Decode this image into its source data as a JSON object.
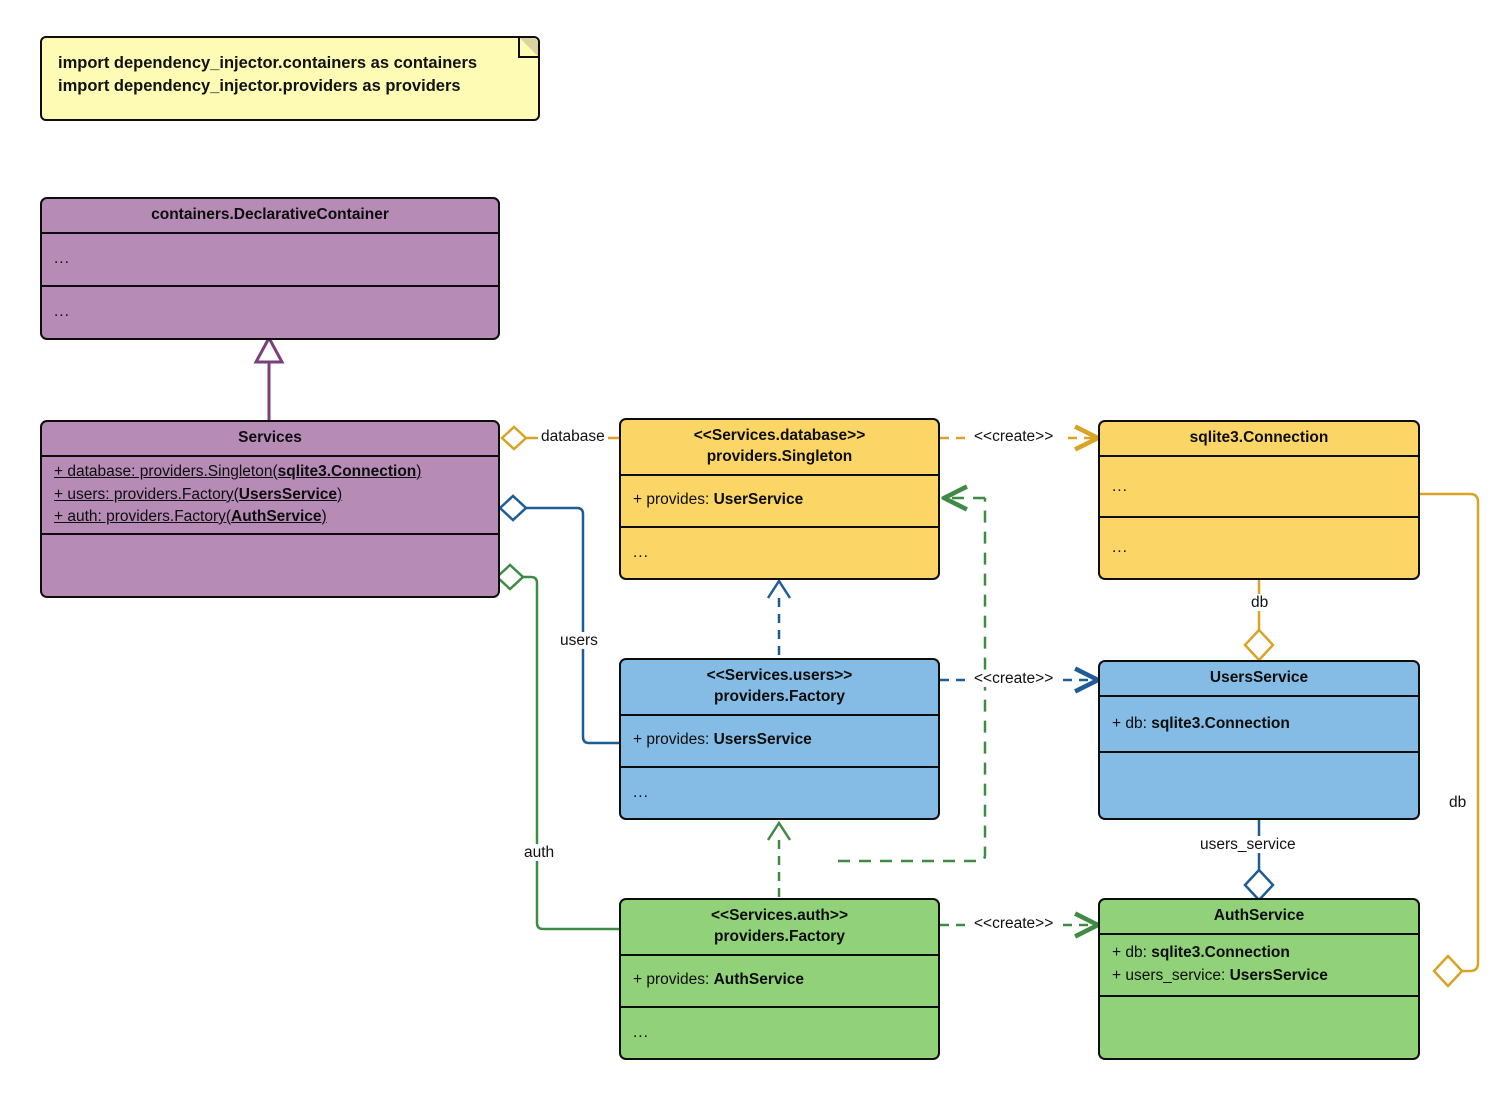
{
  "diagram": {
    "title": "dependency_injector containers/providers UML class diagram",
    "colors": {
      "purple": "#b68cb6",
      "yellow": "#fbd667",
      "blue": "#85bce5",
      "green": "#91d179",
      "note": "#fdfbb4",
      "purple_edge": "#7b3f7b",
      "yellow_edge": "#d9a326",
      "blue_edge": "#1f5c96",
      "green_edge": "#3f8a45",
      "outline": "#0d0d0d"
    }
  },
  "note": {
    "name": "imports-note",
    "lines": "import dependency_injector.containers as containers\nimport dependency_injector.providers as providers"
  },
  "classes": {
    "declarative_container": {
      "name": "containers.DeclarativeContainer",
      "attributes": "...",
      "methods": "..."
    },
    "services": {
      "name": "Services",
      "attributes": [
        {
          "text": "+ database: providers.Singleton(",
          "bold": "sqlite3.Connection",
          "tail": ")"
        },
        {
          "text": "+ users: providers.Factory(",
          "bold": "UsersService",
          "tail": ")"
        },
        {
          "text": "+ auth: providers.Factory(",
          "bold": "AuthService",
          "tail": ")"
        }
      ],
      "methods": ""
    },
    "services_database": {
      "stereotype": "<<Services.database>>",
      "name": "providers.Singleton",
      "attribute_prefix": "+ provides: ",
      "attribute_value": "UserService",
      "methods": "..."
    },
    "services_users": {
      "stereotype": "<<Services.users>>",
      "name": "providers.Factory",
      "attribute_prefix": "+ provides: ",
      "attribute_value": "UsersService",
      "methods": "..."
    },
    "services_auth": {
      "stereotype": "<<Services.auth>>",
      "name": "providers.Factory",
      "attribute_prefix": "+ provides: ",
      "attribute_value": "AuthService",
      "methods": "..."
    },
    "sqlite_connection": {
      "name": "sqlite3.Connection",
      "attributes": "...",
      "methods": "..."
    },
    "users_service": {
      "name": "UsersService",
      "attr1_prefix": "+ db: ",
      "attr1_value": "sqlite3.Connection",
      "methods": ""
    },
    "auth_service": {
      "name": "AuthService",
      "attr1_prefix": "+ db: ",
      "attr1_value": "sqlite3.Connection",
      "attr2_prefix": "+ users_service: ",
      "attr2_value": "UsersService",
      "methods": ""
    }
  },
  "edges": {
    "generalization_services": {
      "kind": "generalization",
      "label": ""
    },
    "agg_database": {
      "kind": "aggregation",
      "label": "database"
    },
    "agg_users": {
      "kind": "aggregation",
      "label": "users"
    },
    "agg_auth": {
      "kind": "aggregation",
      "label": "auth"
    },
    "create_database": {
      "kind": "dependency",
      "label": "<<create>>"
    },
    "create_users": {
      "kind": "dependency",
      "label": "<<create>>"
    },
    "create_auth": {
      "kind": "dependency",
      "label": "<<create>>"
    },
    "agg_db_users": {
      "kind": "aggregation",
      "label": "db"
    },
    "agg_db_auth": {
      "kind": "aggregation",
      "label": "db"
    },
    "agg_users_service": {
      "kind": "aggregation",
      "label": "users_service"
    }
  }
}
